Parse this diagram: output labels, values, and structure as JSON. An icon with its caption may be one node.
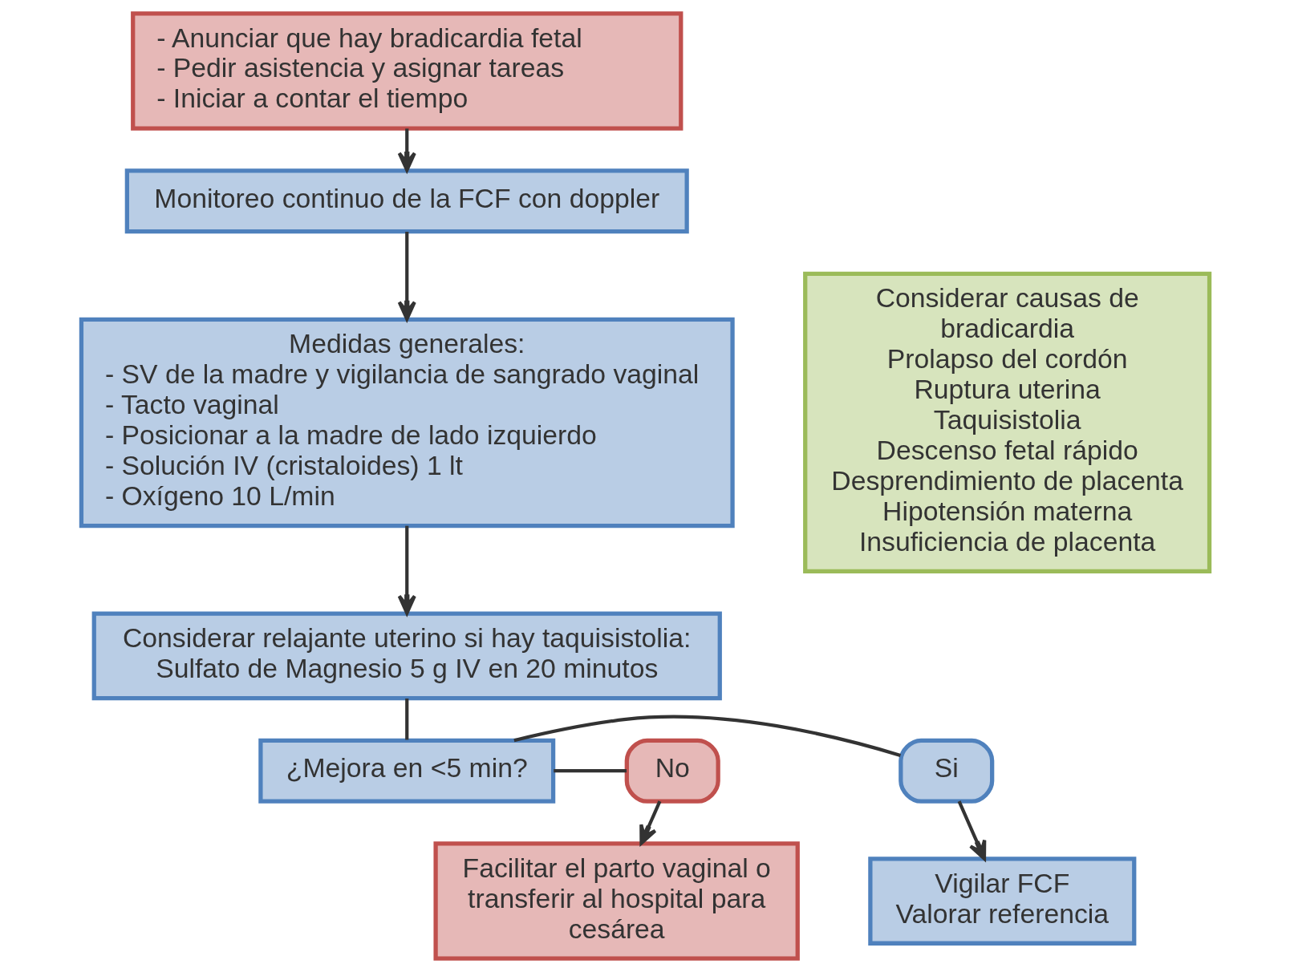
{
  "diagram": {
    "nodes": [
      {
        "text": [
          "- Anunciar que hay bradicardia fetal",
          "- Pedir asistencia y asignar tareas",
          "- Iniciar a contar el tiempo"
        ]
      },
      {
        "text": [
          "Monitoreo continuo de la FCF con doppler"
        ]
      },
      {
        "text": [
          "Medidas generales:",
          "- SV de la madre y vigilancia de sangrado vaginal",
          "- Tacto vaginal",
          "- Posicionar a la madre de lado izquierdo",
          "- Solución IV (cristaloides) 1 lt",
          "- Oxígeno 10 L/min"
        ]
      },
      {
        "text": [
          "Considerar relajante uterino si hay taquisistolia:",
          "Sulfato de Magnesio 5 g IV en 20 minutos"
        ]
      },
      {
        "text": [
          "Si"
        ]
      },
      {
        "text": [
          "¿Mejora en <5 min?"
        ]
      },
      {
        "text": [
          "No"
        ]
      },
      {
        "text": [
          "Vigilar FCF",
          "Valorar referencia"
        ]
      },
      {
        "text": [
          "Facilitar el parto vaginal o transferir al hospital para cesárea"
        ]
      },
      {
        "text": [
          "Considerar causas de bradicardia",
          "Prolapso del cordón",
          "Ruptura uterina",
          "Taquisistolia",
          "Descenso fetal rápido",
          "Desprendimiento de placenta",
          "Hipotensión materna",
          "Insuficiencia de placenta"
        ]
      }
    ],
    "edges": [
      {
        "from": 0,
        "to": 1,
        "arrow": "to"
      },
      {
        "from": 1,
        "to": 2,
        "arrow": "to"
      },
      {
        "from": 2,
        "to": 3,
        "arrow": "to"
      },
      {
        "from": 3,
        "to": 5,
        "arrow": "none"
      },
      {
        "from": 5,
        "to": 4,
        "arrow": "none"
      },
      {
        "from": 5,
        "to": 6,
        "arrow": "none"
      },
      {
        "from": 4,
        "to": 7,
        "arrow": "to"
      },
      {
        "from": 6,
        "to": 8,
        "arrow": "to"
      }
    ]
  }
}
